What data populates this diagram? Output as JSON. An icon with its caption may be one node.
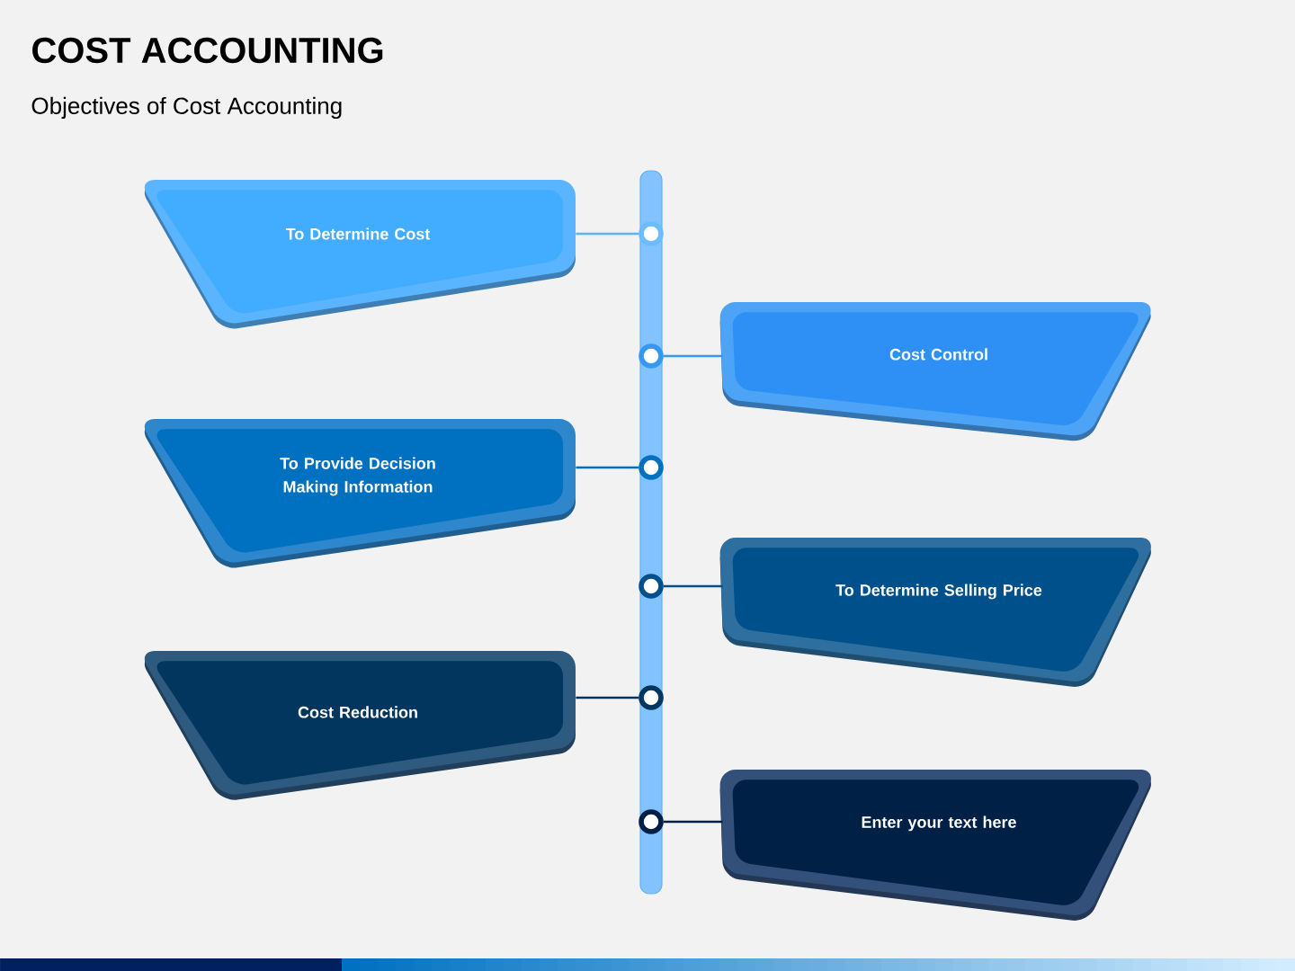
{
  "diagram": {
    "title": "COST ACCOUNTING",
    "nodes": [
      {
        "text": [
          "To Determine Cost"
        ]
      },
      {
        "text": [
          "Cost Control"
        ]
      },
      {
        "text": [
          "To Provide Decision Making Information"
        ]
      },
      {
        "text": [
          "To Determine Selling Price"
        ]
      },
      {
        "text": [
          "Cost Reduction"
        ]
      },
      {
        "text": [
          "Enter your text here"
        ]
      },
      {
        "text": [],
        "shape": "circle"
      },
      {
        "text": [],
        "shape": "circle"
      },
      {
        "text": [],
        "shape": "circle"
      },
      {
        "text": [],
        "shape": "circle"
      },
      {
        "text": [],
        "shape": "circle"
      },
      {
        "text": [],
        "shape": "circle"
      }
    ],
    "edges": [
      {
        "from": 0,
        "to": 6,
        "arrow": "none",
        "color": "#5ab4ff"
      },
      {
        "from": 1,
        "to": 7,
        "arrow": "none",
        "color": "#3399f3"
      },
      {
        "from": 2,
        "to": 8,
        "arrow": "none",
        "color": "#0070c0"
      },
      {
        "from": 3,
        "to": 9,
        "arrow": "none",
        "color": "#00508c"
      },
      {
        "from": 4,
        "to": 10,
        "arrow": "none",
        "color": "#02365e"
      },
      {
        "from": 5,
        "to": 11,
        "arrow": "none",
        "color": "#002046"
      }
    ],
    "labels": [
      "Objectives of Cost Accounting"
    ]
  }
}
